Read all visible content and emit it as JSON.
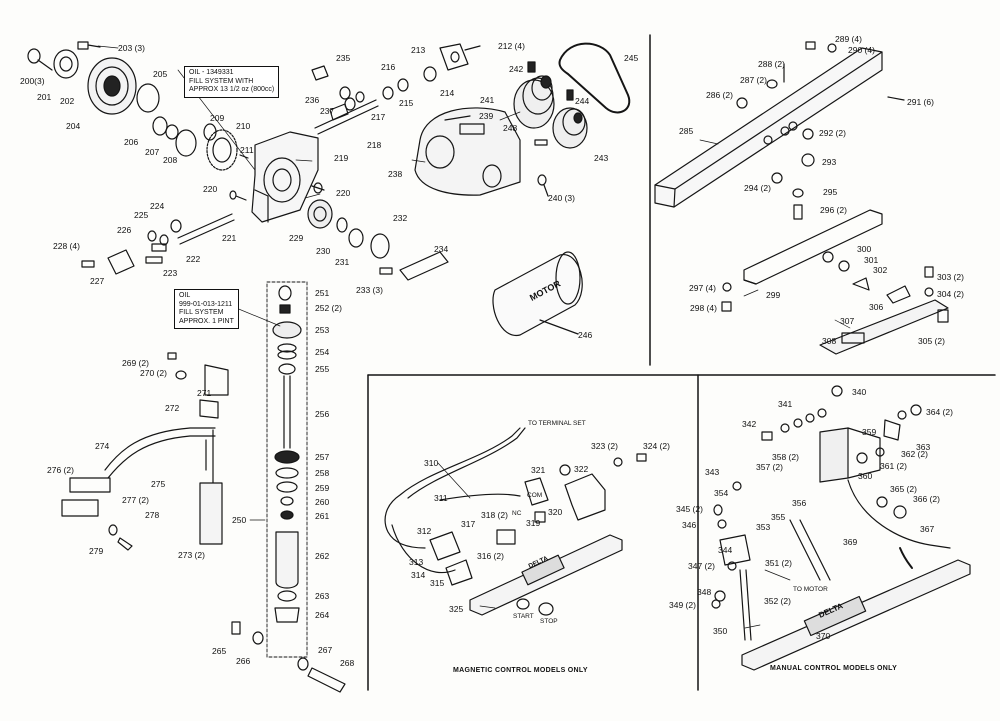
{
  "notes": {
    "oil_top": [
      "OIL - 1349331",
      "FILL SYSTEM WITH",
      "APPROX 13 1/2 oz (800cc)"
    ],
    "oil_mid": [
      "OIL",
      "999-01-013-1211",
      "FILL SYSTEM",
      "APPROX. 1 PINT"
    ]
  },
  "captions": {
    "magnetic": "MAGNETIC CONTROL MODELS ONLY",
    "manual": "MANUAL CONTROL MODELS ONLY"
  },
  "motor_label": "MOTOR",
  "plate_text": "DELTA",
  "wiring_text": {
    "terminal_set": "TO TERMINAL SET",
    "to_motor": "TO MOTOR",
    "com": "COM",
    "nc": "NC",
    "start": "START",
    "stop": "STOP"
  },
  "part_numbers": [
    "200(3)",
    "201",
    "202",
    "203 (3)",
    "204",
    "205",
    "206",
    "207",
    "208",
    "209",
    "210",
    "211",
    "212 (4)",
    "213",
    "214",
    "215",
    "216",
    "217",
    "218",
    "219",
    "220",
    "220",
    "221",
    "222",
    "223",
    "224",
    "225",
    "226",
    "227",
    "228 (4)",
    "229",
    "230",
    "231",
    "232",
    "233 (3)",
    "234",
    "235",
    "236",
    "237",
    "238",
    "239",
    "240 (3)",
    "241",
    "242",
    "243",
    "244",
    "245",
    "246",
    "248",
    "250",
    "251",
    "252 (2)",
    "253",
    "254",
    "255",
    "256",
    "257",
    "258",
    "259",
    "260",
    "261",
    "262",
    "263",
    "264",
    "265",
    "266",
    "267",
    "268",
    "269 (2)",
    "270 (2)",
    "271",
    "272",
    "273 (2)",
    "274",
    "275",
    "276 (2)",
    "277 (2)",
    "278",
    "279",
    "285",
    "286 (2)",
    "287 (2)",
    "288 (2)",
    "289 (4)",
    "290 (4)",
    "291 (6)",
    "292 (2)",
    "293",
    "294 (2)",
    "295",
    "296 (2)",
    "297 (4)",
    "298 (4)",
    "299",
    "300",
    "301",
    "302",
    "303 (2)",
    "304 (2)",
    "305 (2)",
    "306",
    "307",
    "308",
    "310",
    "311",
    "312",
    "313",
    "314",
    "315",
    "316 (2)",
    "317",
    "318 (2)",
    "319",
    "320",
    "321",
    "322",
    "323 (2)",
    "324 (2)",
    "325",
    "340",
    "341",
    "342",
    "343",
    "344",
    "345 (2)",
    "346",
    "347 (2)",
    "348",
    "349 (2)",
    "350",
    "351 (2)",
    "352 (2)",
    "353",
    "354",
    "355",
    "356",
    "357 (2)",
    "358 (2)",
    "359",
    "360",
    "361 (2)",
    "362 (2)",
    "363",
    "364 (2)",
    "365 (2)",
    "366 (2)",
    "367",
    "369",
    "370"
  ]
}
